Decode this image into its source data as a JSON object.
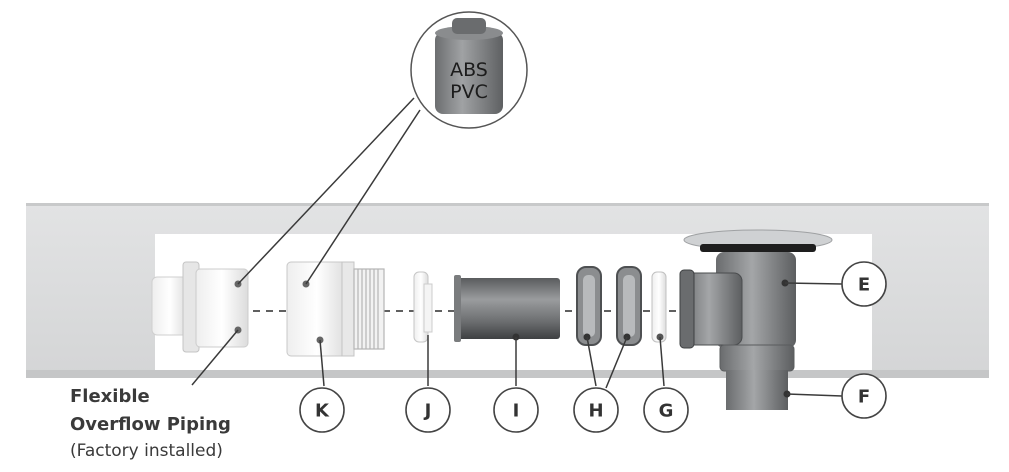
{
  "callouts": [
    {
      "id": "E",
      "label": "E"
    },
    {
      "id": "F",
      "label": "F"
    },
    {
      "id": "G",
      "label": "G"
    },
    {
      "id": "H",
      "label": "H"
    },
    {
      "id": "I",
      "label": "I"
    },
    {
      "id": "J",
      "label": "J"
    },
    {
      "id": "K",
      "label": "K"
    }
  ],
  "cement_can": {
    "line1": "ABS",
    "line2": "PVC"
  },
  "caption": {
    "line1": "Flexible",
    "line2": "Overflow Piping",
    "line3": "(Factory installed)"
  }
}
